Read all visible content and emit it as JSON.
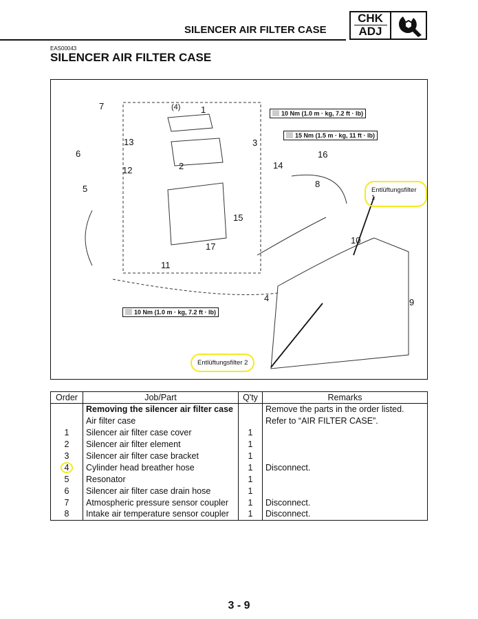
{
  "header": {
    "title": "SILENCER AIR FILTER CASE",
    "badge_top": "CHK",
    "badge_bottom": "ADJ",
    "badge_icon": "wrench-nut-icon"
  },
  "section_code": "EAS00043",
  "section_title": "SILENCER AIR FILTER CASE",
  "diagram": {
    "labels": [
      "7",
      "(4)",
      "1",
      "13",
      "3",
      "16",
      "6",
      "2",
      "14",
      "12",
      "8",
      "5",
      "15",
      "10",
      "17",
      "11",
      "4",
      "9"
    ],
    "torques": [
      "10 Nm (1.0 m · kg, 7.2 ft · lb)",
      "15 Nm (1.5 m · kg, 11 ft · lb)",
      "10 Nm (1.0 m · kg, 7.2 ft · lb)"
    ],
    "annotations": [
      "Entlüftungsfilter 1",
      "Entlüftungsfilter 2"
    ],
    "annotation_color": "#f5ea1c"
  },
  "table": {
    "headers": [
      "Order",
      "Job/Part",
      "Q'ty",
      "Remarks"
    ],
    "rows": [
      [
        "",
        "Removing the silencer air filter case",
        "",
        "Remove the parts in the order listed."
      ],
      [
        "",
        "Air filter case",
        "",
        "Refer to “AIR FILTER CASE”."
      ],
      [
        "1",
        "Silencer air filter case cover",
        "1",
        ""
      ],
      [
        "2",
        "Silencer air filter element",
        "1",
        ""
      ],
      [
        "3",
        "Silencer air filter case bracket",
        "1",
        ""
      ],
      [
        "4",
        "Cylinder head breather hose",
        "1",
        "Disconnect."
      ],
      [
        "5",
        "Resonator",
        "1",
        ""
      ],
      [
        "6",
        "Silencer air filter case drain hose",
        "1",
        ""
      ],
      [
        "7",
        "Atmospheric pressure sensor coupler",
        "1",
        "Disconnect."
      ],
      [
        "8",
        "Intake air temperature sensor coupler",
        "1",
        "Disconnect."
      ]
    ]
  },
  "page_number": "3 - 9"
}
